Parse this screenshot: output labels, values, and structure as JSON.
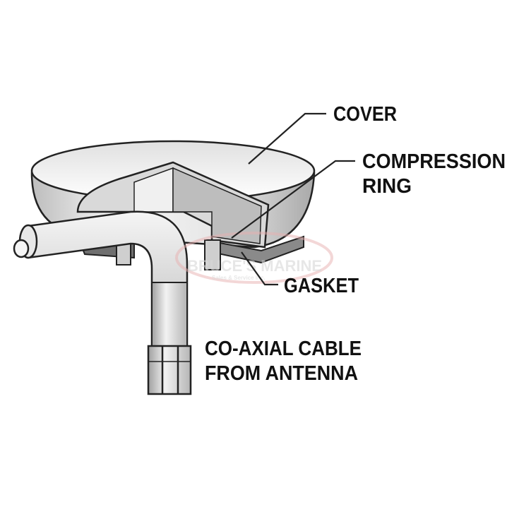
{
  "labels": {
    "cover": "COVER",
    "compression_ring_line1": "COMPRESSION",
    "compression_ring_line2": "RING",
    "gasket": "GASKET",
    "cable_line1": "CO-AXIAL CABLE",
    "cable_line2": "FROM ANTENNA"
  },
  "watermark": {
    "name": "BRUCE'S MARINE",
    "tagline": "Sales & Service Inc."
  },
  "colors": {
    "outline": "#222222",
    "metal_light": "#f2f2f2",
    "metal_mid": "#cfcfcf",
    "metal_dark": "#8a8a8a",
    "gasket": "#6f6f6f"
  }
}
